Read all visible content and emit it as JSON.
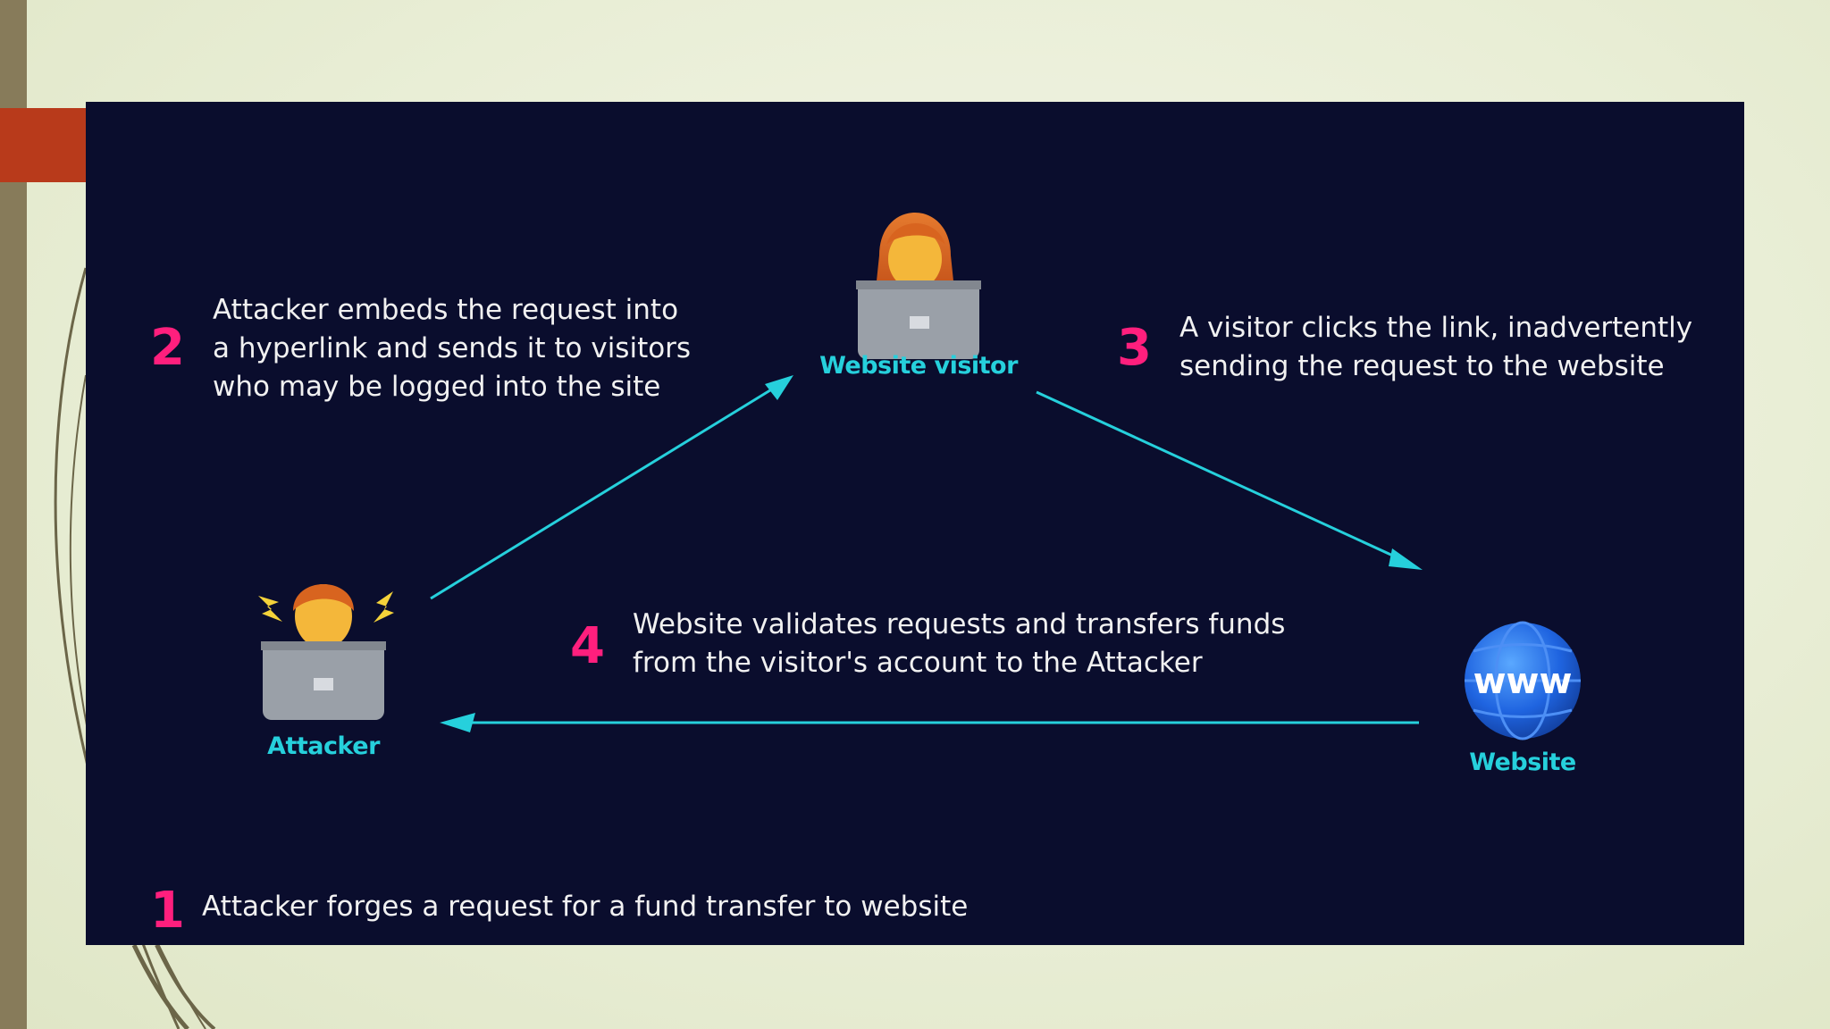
{
  "steps": {
    "step1": {
      "number": "1",
      "text": "Attacker forges a request for a fund transfer to website"
    },
    "step2": {
      "number": "2",
      "lines": [
        "Attacker embeds the request into",
        "a hyperlink and sends it to visitors",
        "who may be logged into the site"
      ]
    },
    "step3": {
      "number": "3",
      "lines": [
        "A visitor clicks the link, inadvertently",
        "sending the request to the website"
      ]
    },
    "step4": {
      "number": "4",
      "lines": [
        "Website validates requests and transfers funds",
        "from the visitor's account to the Attacker"
      ]
    }
  },
  "nodes": {
    "attacker": {
      "label": "Attacker",
      "icon": "attacker-laptop-icon"
    },
    "visitor": {
      "label": "Website visitor",
      "icon": "visitor-laptop-icon"
    },
    "website": {
      "label": "Website",
      "icon": "www-globe-icon",
      "icon_text": "www"
    }
  },
  "colors": {
    "panel": "#0a0d2d",
    "arrow": "#26d0dc",
    "step_number": "#ff1f7d",
    "label": "#26d0dc",
    "text": "#f1f1f1",
    "accent": "#b83a1b"
  }
}
